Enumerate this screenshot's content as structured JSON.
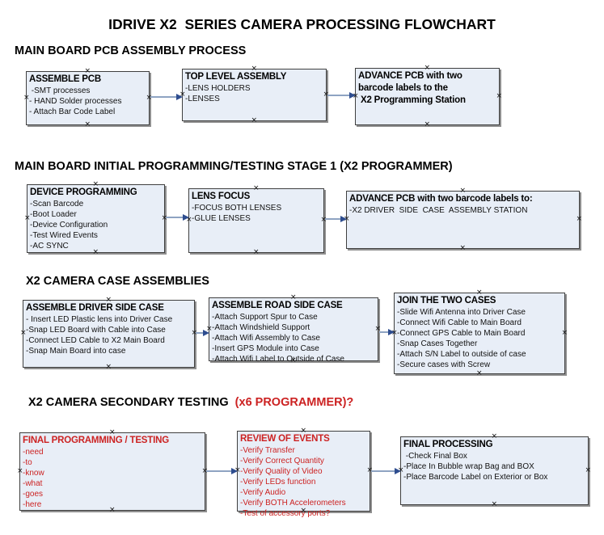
{
  "page": {
    "title": "IDRIVE X2  SERIES CAMERA PROCESSING FLOWCHART"
  },
  "colors": {
    "box_fill": "#e8eef7",
    "box_border": "#3f3f3f",
    "connector_line": "#8ea3c2",
    "connector_arrowhead": "#2e4d8f",
    "red_text": "#cc2222",
    "heading_text": "#000000"
  },
  "sections": [
    {
      "heading": "MAIN BOARD PCB ASSEMBLY PROCESS",
      "boxes": [
        {
          "title": "ASSEMBLE PCB",
          "lines": [
            " -SMT processes",
            "- HAND Solder processes",
            "- Attach Bar Code Label"
          ]
        },
        {
          "title": "TOP LEVEL ASSEMBLY",
          "lines": [
            "-LENS HOLDERS",
            "-LENSES"
          ]
        },
        {
          "title": "ADVANCE PCB with two\nbarcode labels to the\n X2 Programming Station",
          "lines": []
        }
      ]
    },
    {
      "heading": "MAIN BOARD INITIAL PROGRAMMING/TESTING STAGE 1 (X2 PROGRAMMER)",
      "boxes": [
        {
          "title": "DEVICE PROGRAMMING",
          "lines": [
            "-Scan Barcode",
            "-Boot Loader",
            "-Device Configuration",
            "-Test Wired Events",
            "-AC SYNC"
          ]
        },
        {
          "title": "LENS FOCUS",
          "lines": [
            "-FOCUS BOTH LENSES",
            "-GLUE LENSES"
          ]
        },
        {
          "title": "ADVANCE PCB with two barcode labels to:",
          "lines": [
            "-X2 DRIVER  SIDE  CASE  ASSEMBLY STATION"
          ]
        }
      ]
    },
    {
      "heading": "X2 CAMERA CASE ASSEMBLIES",
      "boxes": [
        {
          "title": "ASSEMBLE DRIVER SIDE CASE",
          "lines": [
            "- Insert LED Plastic lens into Driver Case",
            "-Snap LED Board with Cable into Case",
            "-Connect LED Cable to X2 Main Board",
            "-Snap Main Board into case"
          ]
        },
        {
          "title": "ASSEMBLE ROAD SIDE CASE",
          "lines": [
            "-Attach Support Spur to Case",
            "-Attach Windshield Support",
            "-Attach Wifi Assembly to Case",
            "-Insert GPS Module into Case",
            "-Attach Wifi Label to Outside of Case"
          ]
        },
        {
          "title": "JOIN THE TWO CASES",
          "lines": [
            "-Slide Wifi Antenna into Driver Case",
            "-Connect Wifi Cable to Main Board",
            "-Connect GPS Cable to Main Board",
            "-Snap Cases Together",
            "-Attach S/N Label to outside of case",
            "-Secure cases with Screw"
          ]
        }
      ]
    },
    {
      "heading": "X2 CAMERA SECONDARY TESTING  ",
      "heading_suffix": "(x6 PROGRAMMER)?",
      "boxes": [
        {
          "title": "FINAL PROGRAMMING / TESTING",
          "lines": [
            "-need",
            "-to",
            "-know",
            "-what",
            "-goes",
            "-here"
          ]
        },
        {
          "title": "REVIEW OF EVENTS",
          "lines": [
            "-Verify Transfer",
            "-Verify Correct Quantity",
            "-Verify Quality of Video",
            "-Verify LEDs function",
            "-Verify Audio",
            "-Verify BOTH Accelerometers",
            "-Test of accessory ports?"
          ]
        },
        {
          "title": "FINAL PROCESSING",
          "lines": [
            " -Check Final Box",
            "-Place In Bubble wrap Bag and BOX",
            "-Place Barcode Label on Exterior or Box"
          ]
        }
      ]
    }
  ]
}
